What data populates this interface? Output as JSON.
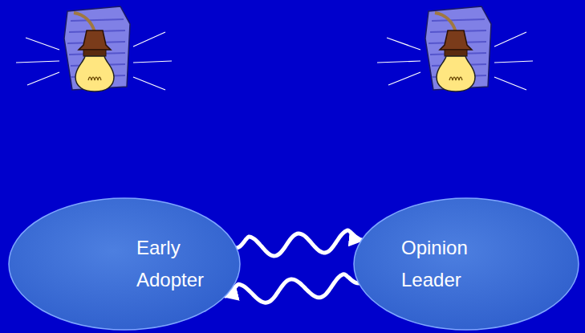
{
  "diagram": {
    "nodes": [
      {
        "text": [
          "Early Adopter"
        ]
      },
      {
        "text": [
          "Opinion Leader"
        ]
      }
    ],
    "edges": [
      {
        "from": 0,
        "to": 1,
        "arrow": "to"
      },
      {
        "from": 1,
        "to": 0,
        "arrow": "to"
      }
    ]
  }
}
